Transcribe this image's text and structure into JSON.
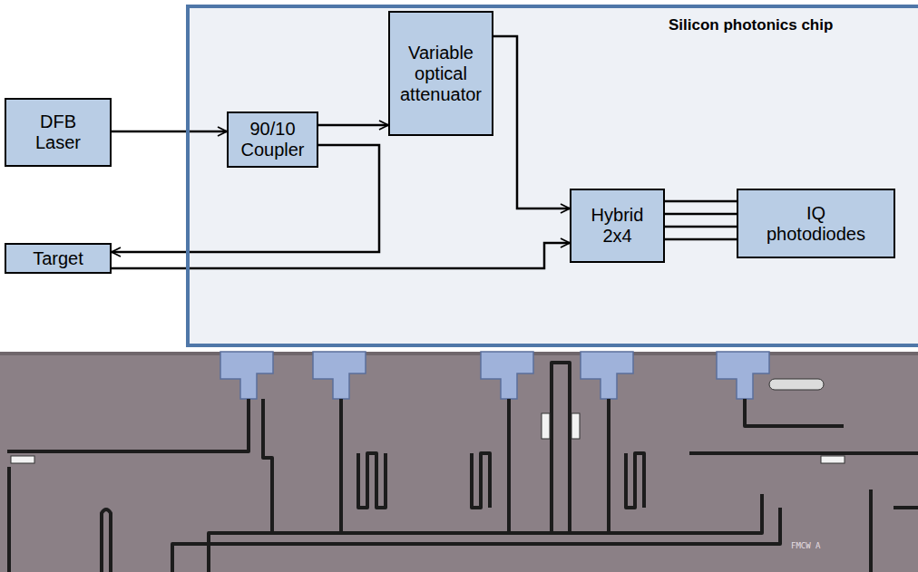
{
  "diagram": {
    "nodes": [
      {
        "text": [
          "Silicon photonics chip"
        ]
      },
      {
        "text": [
          "DFB Laser"
        ]
      },
      {
        "text": [
          "90/10 Coupler"
        ],
        "in": 0
      },
      {
        "text": [
          "Variable optical attenuator"
        ],
        "in": 0
      },
      {
        "text": [
          "Hybrid 2x4"
        ],
        "in": 0
      },
      {
        "text": [
          "IQ photodiodes"
        ],
        "in": 0
      },
      {
        "text": [
          "Target"
        ]
      }
    ],
    "edges": [
      {
        "from": 1,
        "to": 2,
        "arrow": "to"
      },
      {
        "from": 2,
        "to": 3,
        "arrow": "to"
      },
      {
        "from": 2,
        "to": 6,
        "arrow": "to"
      },
      {
        "from": 3,
        "to": 4,
        "arrow": "to"
      },
      {
        "from": 6,
        "to": 4,
        "arrow": "to"
      },
      {
        "from": 4,
        "to": 5,
        "arrow": "none"
      },
      {
        "from": 4,
        "to": 5,
        "arrow": "none"
      },
      {
        "from": 4,
        "to": 5,
        "arrow": "none"
      },
      {
        "from": 4,
        "to": 5,
        "arrow": "none"
      }
    ],
    "labels": [
      "FMCW A"
    ]
  }
}
